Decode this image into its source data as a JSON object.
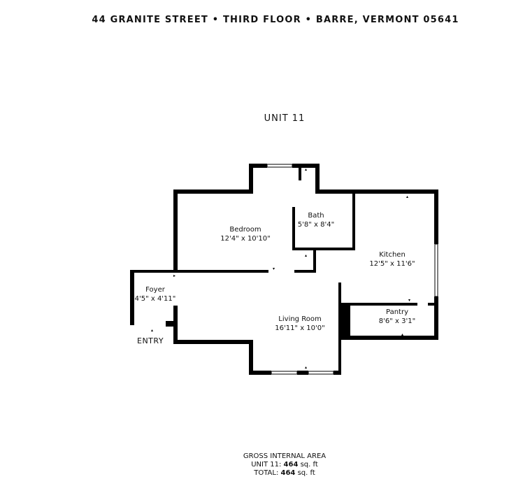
{
  "header": {
    "address": "44 GRANITE STREET • THIRD FLOOR • BARRE, VERMONT 05641"
  },
  "unit": {
    "title": "UNIT 11"
  },
  "rooms": [
    {
      "name": "Bedroom",
      "dims": "12'4\" x 10'10\""
    },
    {
      "name": "Bath",
      "dims": "5'8\" x 8'4\""
    },
    {
      "name": "Kitchen",
      "dims": "12'5\" x 11'6\""
    },
    {
      "name": "Foyer",
      "dims": "4'5\" x 4'11\""
    },
    {
      "name": "Living Room",
      "dims": "16'11\" x 10'0\""
    },
    {
      "name": "Pantry",
      "dims": "8'6\" x 3'1\""
    }
  ],
  "entry_label": "ENTRY",
  "footer": {
    "title": "GROSS INTERNAL AREA",
    "unit_label": "UNIT 11:",
    "unit_value": "464",
    "total_label": "TOTAL:",
    "total_value": "464",
    "unit_suffix": "sq. ft"
  },
  "colors": {
    "wall": "#000000",
    "background": "#ffffff",
    "window": "#ffffff"
  }
}
